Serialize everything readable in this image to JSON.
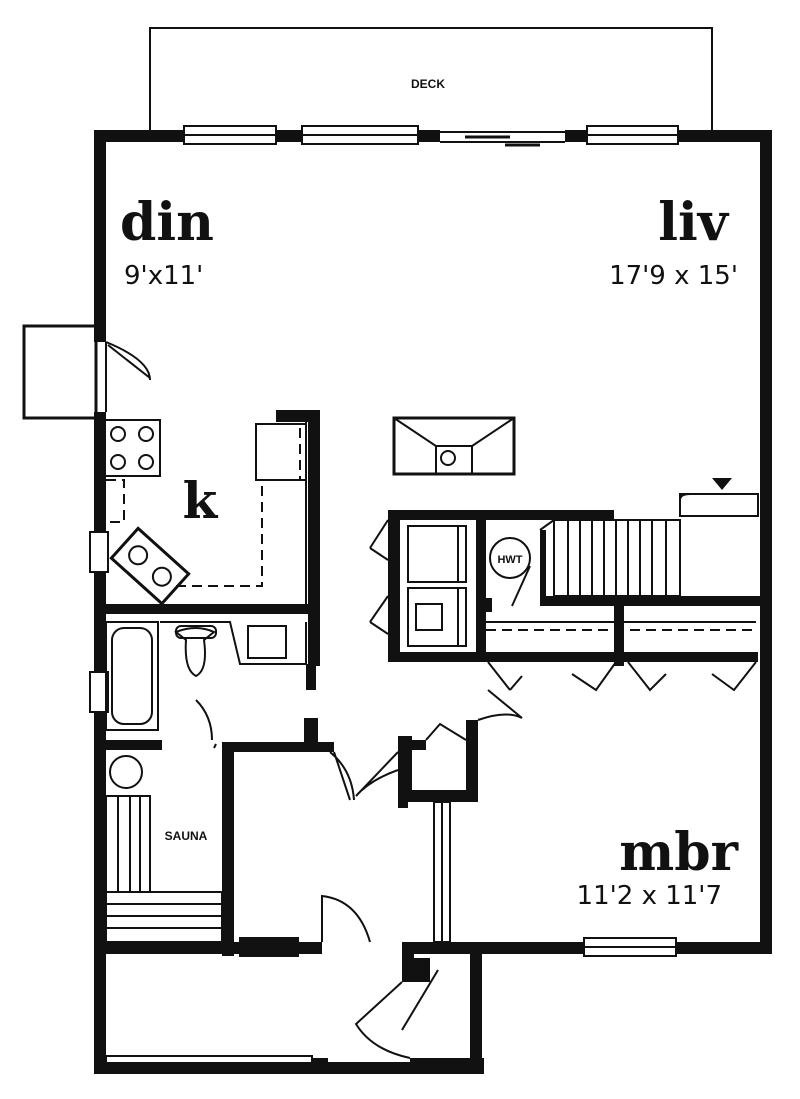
{
  "rooms": {
    "deck": {
      "label": "DECK"
    },
    "dining": {
      "name": "din",
      "dims": "9'x11'"
    },
    "living": {
      "name": "liv",
      "dims": "17'9 x 15'"
    },
    "kitchen": {
      "name": "k"
    },
    "master_bedroom": {
      "name": "mbr",
      "dims": "11'2 x 11'7"
    },
    "sauna": {
      "label": "SAUNA"
    },
    "water_heater": {
      "label": "HWT"
    }
  },
  "colors": {
    "ink": "#111111",
    "paper": "#ffffff"
  }
}
